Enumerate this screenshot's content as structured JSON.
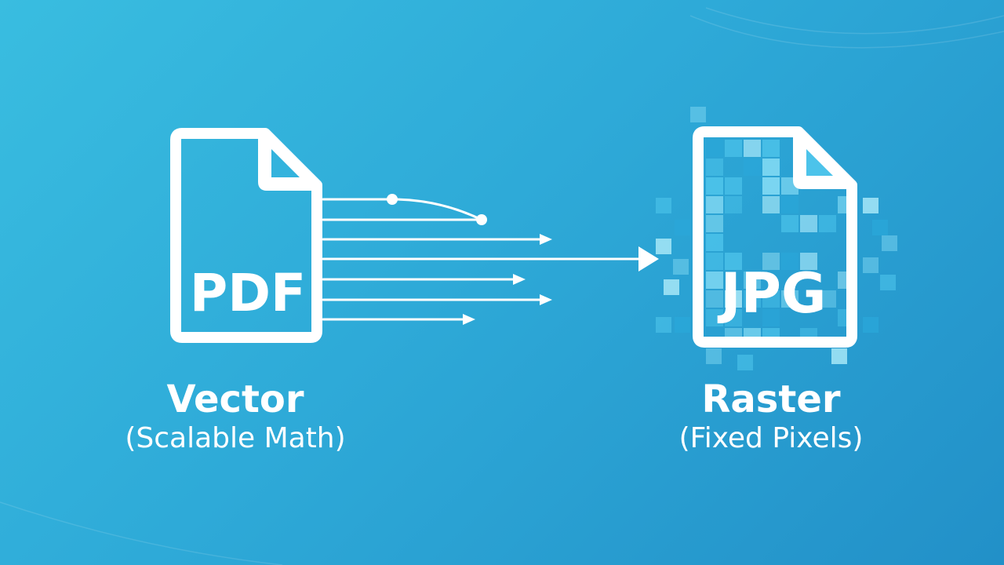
{
  "pdf_icon": {
    "label": "PDF"
  },
  "jpg_icon": {
    "label": "JPG"
  },
  "vector": {
    "title": "Vector",
    "subtitle": "(Scalable Math)"
  },
  "raster": {
    "title": "Raster",
    "subtitle": "(Fixed Pixels)"
  },
  "colors": {
    "background_light": "#39bde0",
    "background_dark": "#2290c8",
    "foreground": "#ffffff",
    "pixel_light": "#7fd8f2",
    "pixel_mid": "#4cc3ea",
    "pixel_dark": "#2aa7d9"
  }
}
